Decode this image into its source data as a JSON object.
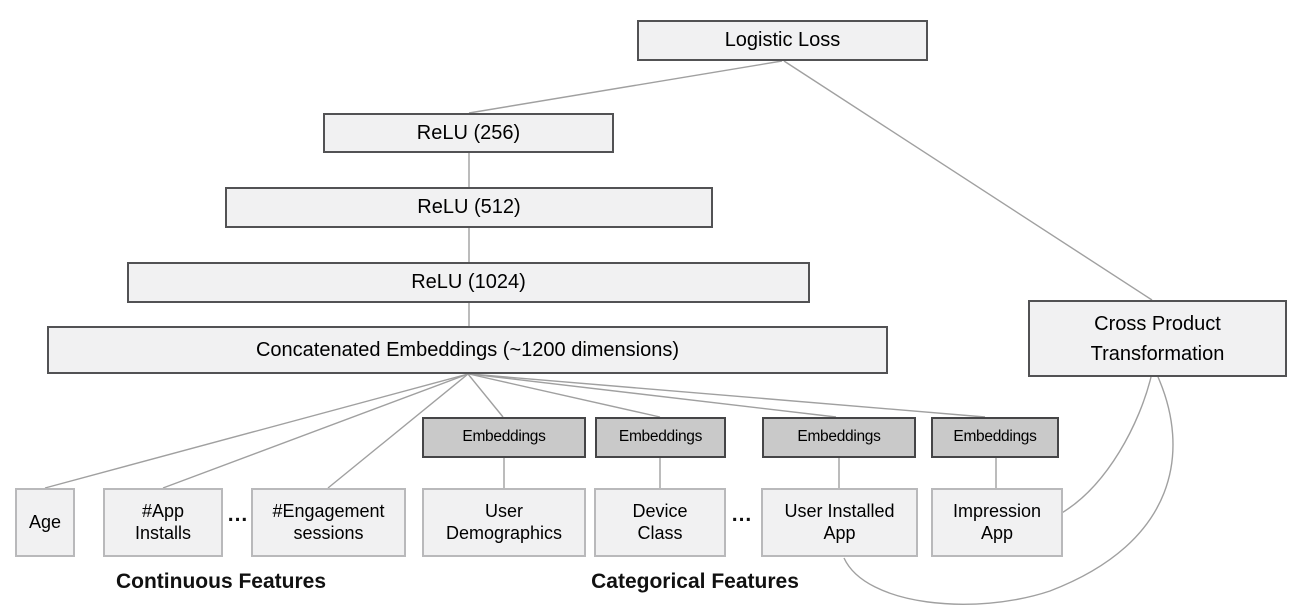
{
  "nodes": {
    "logistic_loss": "Logistic Loss",
    "relu_256": "ReLU (256)",
    "relu_512": "ReLU (512)",
    "relu_1024": "ReLU (1024)",
    "concatenated_embeddings": "Concatenated Embeddings (~1200 dimensions)",
    "cross_product_transformation": "Cross Product\nTransformation",
    "embeddings": "Embeddings",
    "age": "Age",
    "app_installs": "#App\nInstalls",
    "engagement_sessions": "#Engagement\nsessions",
    "user_demographics": "User\nDemographics",
    "device_class": "Device\nClass",
    "user_installed_app": "User Installed\nApp",
    "impression_app": "Impression\nApp"
  },
  "ellipsis": "...",
  "section_labels": {
    "continuous": "Continuous Features",
    "categorical": "Categorical Features"
  },
  "colors": {
    "background": "#ffffff",
    "node_fill_light": "#f1f1f2",
    "node_fill_embedding": "#c9c9c9",
    "node_border_dark": "#525254",
    "node_border_light": "#b9b9bb",
    "connector": "#a0a0a0",
    "text": "#000000"
  }
}
